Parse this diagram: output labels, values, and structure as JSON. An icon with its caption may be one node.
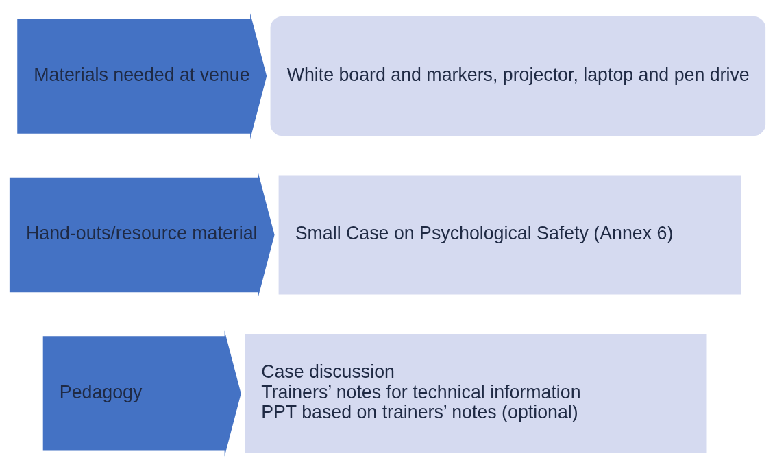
{
  "diagram": {
    "nodes": [
      {
        "text": [
          "Materials needed at venue"
        ]
      },
      {
        "text": [
          "White board and markers, projector, laptop and pen drive"
        ]
      },
      {
        "text": [
          "Hand-outs/resource material"
        ]
      },
      {
        "text": [
          "Small Case on Psychological Safety (Annex 6)"
        ]
      },
      {
        "text": [
          "Pedagogy"
        ]
      },
      {
        "text": [
          "Case discussion",
          "Trainers’ notes for technical information",
          "PPT based on trainers’ notes (optional)"
        ]
      }
    ]
  }
}
